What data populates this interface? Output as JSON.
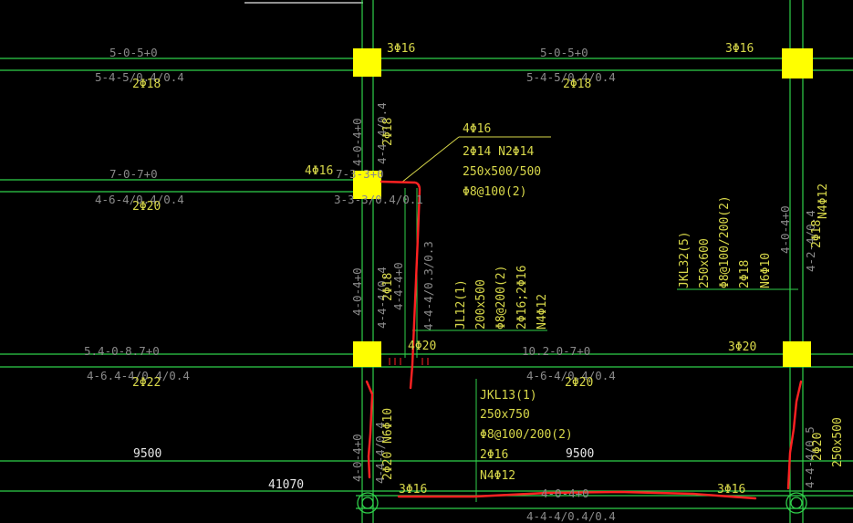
{
  "labels": {
    "col_top_left": "3Φ16",
    "col_top_right": "3Φ16",
    "beam_top_left_a": "5-0-5+0",
    "beam_top_left_b": "5-4-5/0.4/0.4",
    "beam_top_left_rebar": "2Φ18",
    "beam_top_right_a": "5-0-5+0",
    "beam_top_right_b": "5-4-5/0.4/0.4",
    "beam_top_right_rebar": "2Φ18",
    "beam_mid_left_a": "7-0-7+0",
    "beam_mid_left_b": "4-6-4/0.4/0.4",
    "beam_mid_left_rebar": "2Φ20",
    "beam_mid_col_label": "4Φ16",
    "beam_mid_center_a": "7-3-3+0",
    "beam_mid_center_b": "3-3-3/0.4/0.1",
    "callout_1": "4Φ16",
    "callout_2": "2Φ14  N2Φ14",
    "callout_3": "250x500/500",
    "callout_4": "Φ8@100(2)",
    "vert_upper_a": "4-0-4+0",
    "vert_upper_b": "4-4-4/0.4",
    "vert_upper_rebar": "2Φ18",
    "vert_lower_a": "4-0-4+0",
    "vert_lower_b": "4-4-4/0.4",
    "vert_lower_rebar": "2Φ18",
    "vert_lower_c": "4-4-4+0",
    "vert_lower_d": "4-4-4/0.3/0.3",
    "jl12_1": "JL12(1)",
    "jl12_2": "200x500",
    "jl12_3": "Φ8@200(2)",
    "jl12_4": "2Φ16;2Φ16",
    "jl12_5": "N4Φ12",
    "jkl32_1": "JKL32(5)",
    "jkl32_2": "250x600",
    "jkl32_3": "Φ8@100/200(2)",
    "jkl32_4": "2Φ18",
    "jkl32_5": "N6Φ10",
    "vert_right_a": "4-0-4+0",
    "vert_right_b": "4-2-4/0.4",
    "vert_right_rebar": "2Φ18",
    "vert_right_extra": "N4Φ12",
    "beam_low_left_a": "5.4-0-8.7+0",
    "beam_low_left_b": "4-6.4-4/0.4/0.4",
    "beam_low_left_rebar": "2Φ22",
    "beam_low_col_label": "4Φ20",
    "beam_low_right_a": "10.2-0-7+0",
    "beam_low_right_b": "4-6-4/0.4/0.4",
    "beam_low_right_rebar": "2Φ20",
    "col_low_right": "3Φ20",
    "jkl13_1": "JKL13(1)",
    "jkl13_2": "250x750",
    "jkl13_3": "Φ8@100/200(2)",
    "jkl13_4": "2Φ16",
    "jkl13_5": "N4Φ12",
    "dim_left": "9500",
    "dim_right": "9500",
    "dim_total": "41070",
    "vert_bottom_left_a": "4-0-4+0",
    "vert_bottom_left_b": "4-4-4/0.4",
    "vert_bottom_left_rebar": "2Φ20",
    "vert_bottom_left_extra": "N6Φ10",
    "vert_bottom_right_a": "4-4-4/0.5",
    "vert_bottom_right_rebar": "2Φ20",
    "vert_bottom_right_size": "250x500",
    "bottom_left_rebar": "3Φ16",
    "bottom_right_rebar": "3Φ16",
    "bottom_beam_a": "4-0-4+0",
    "bottom_beam_b": "4-4-4/0.4/0.4"
  },
  "colors": {
    "background": "#000000",
    "grid": "#2fd04a",
    "column": "#ffff00",
    "annotation": "#d8d84a",
    "secondary_text": "#8a8a8a",
    "dimension_text": "#e6e6e6",
    "markup": "#ff2222"
  }
}
